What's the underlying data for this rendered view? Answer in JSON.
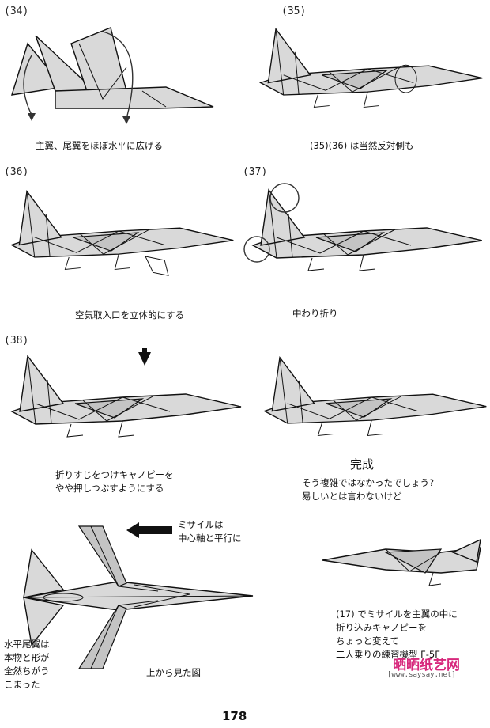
{
  "steps": {
    "s34": {
      "num": "(34)",
      "caption": "主翼、尾翼をほぼ水平に広げる"
    },
    "s35": {
      "num": "(35)",
      "caption": "(35)(36) は当然反対側も"
    },
    "s36": {
      "num": "(36)",
      "caption": "空気取入口を立体的にする"
    },
    "s37": {
      "num": "(37)",
      "caption": "中わり折り"
    },
    "s38": {
      "num": "(38)",
      "caption": "折りすじをつけキャノピーを\nやや押しつぶすようにする"
    }
  },
  "finished": {
    "title": "完成",
    "note": "そう複雑ではなかったでしょう?\n易しいとは言わないけど"
  },
  "top_view": {
    "missile_note": "ミサイルは\n中心軸と平行に",
    "tail_note": "水平尾翼は\n本物と形が\n全然ちがう\nこまった",
    "label": "上から見た図"
  },
  "variant": {
    "note": "(17) でミサイルを主翼の中に\n折り込みキャノピーを\nちょっと変えて\n二人乗りの練習機型 F-5F"
  },
  "page_number": "178",
  "watermark": {
    "name": "晒晒纸艺网",
    "url": "[www.saysay.net]"
  }
}
